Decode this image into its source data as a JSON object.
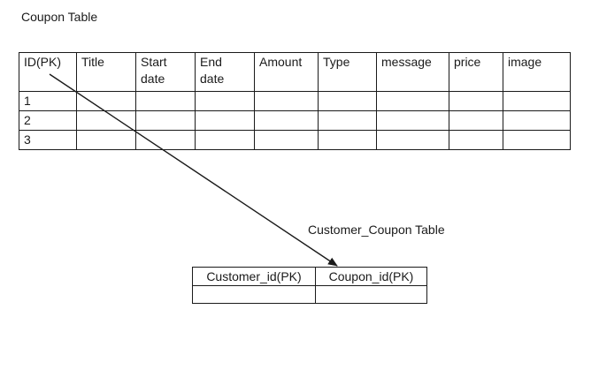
{
  "page": {
    "background": "#ffffff",
    "text_color": "#1a1a1a",
    "border_color": "#1a1a1a"
  },
  "coupon_table": {
    "title": "Coupon Table",
    "columns": [
      "ID(PK)",
      "Title",
      "Start date",
      "End date",
      "Amount",
      "Type",
      "message",
      "price",
      "image"
    ],
    "rows": [
      [
        "1",
        "",
        "",
        "",
        "",
        "",
        "",
        "",
        ""
      ],
      [
        "2",
        "",
        "",
        "",
        "",
        "",
        "",
        "",
        ""
      ],
      [
        "3",
        "",
        "",
        "",
        "",
        "",
        "",
        "",
        ""
      ]
    ]
  },
  "customer_coupon_table": {
    "title": "Customer_Coupon Table",
    "columns": [
      "Customer_id(PK)",
      "Coupon_id(PK)"
    ],
    "rows": [
      [
        "",
        ""
      ]
    ]
  },
  "relationship_arrow": {
    "from": "Coupon Table ID(PK)",
    "to": "Customer_Coupon Table Coupon_id(PK)",
    "color": "#1a1a1a"
  }
}
